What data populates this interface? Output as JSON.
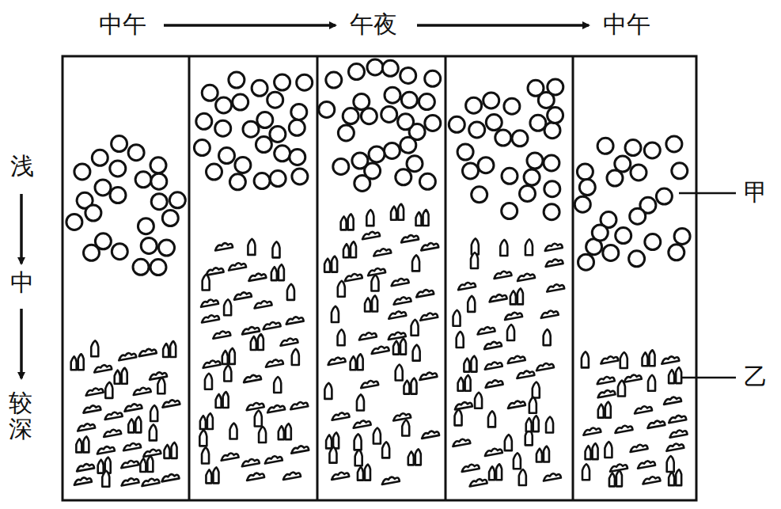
{
  "diagram": {
    "labels": [
      "中午",
      "午夜",
      "中午",
      "浅",
      "中",
      "较深",
      "甲",
      "乙"
    ]
  }
}
